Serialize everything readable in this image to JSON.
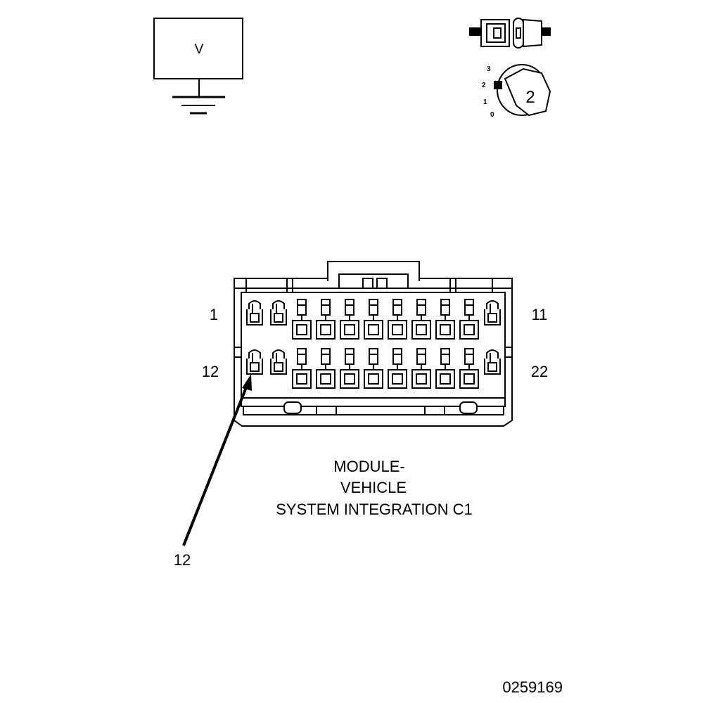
{
  "meter": {
    "label": "V"
  },
  "ignition": {
    "position_labels": [
      "3",
      "2",
      "1",
      "0"
    ],
    "selected": "2"
  },
  "connector": {
    "pin_label_top_left": "1",
    "pin_label_top_right": "11",
    "pin_label_bottom_left": "12",
    "pin_label_bottom_right": "22",
    "title_lines": [
      "MODULE-",
      "VEHICLE",
      "SYSTEM INTEGRATION C1"
    ]
  },
  "callout": {
    "label": "12"
  },
  "figure_id": "0259169"
}
